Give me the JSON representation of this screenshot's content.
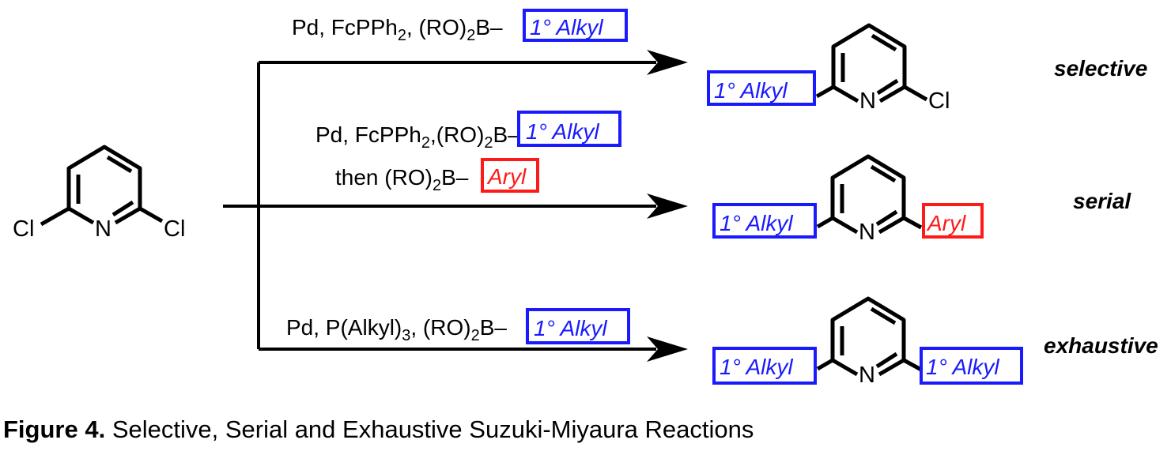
{
  "colors": {
    "alkyl_box": "#1a1aff",
    "aryl_box": "#ff1a1a",
    "ink": "#000000"
  },
  "starting_material": {
    "name": "2,6-dichloropyridine",
    "left_atom": "Cl",
    "ring_atom": "N",
    "right_atom": "Cl"
  },
  "reactions": [
    {
      "id": "selective",
      "label": "selective",
      "conditions_line1": {
        "prefix": "Pd, FcPPh",
        "sub1": "2",
        "mid": ", (RO)",
        "sub2": "2",
        "suffix": "B–",
        "box": "1° Alkyl"
      },
      "product": {
        "left_group": "1° Alkyl",
        "ring_atom": "N",
        "right_group": "Cl"
      }
    },
    {
      "id": "serial",
      "label": "serial",
      "conditions_line1": {
        "prefix": "Pd, FcPPh",
        "sub1": "2",
        "mid": ",(RO)",
        "sub2": "2",
        "suffix": "B–",
        "box": "1° Alkyl"
      },
      "conditions_line2": {
        "prefix": "then (RO)",
        "sub": "2",
        "suffix": "B–",
        "box": "Aryl"
      },
      "product": {
        "left_group": "1° Alkyl",
        "ring_atom": "N",
        "right_group": "Aryl"
      }
    },
    {
      "id": "exhaustive",
      "label": "exhaustive",
      "conditions_line1": {
        "prefix": "Pd, P(Alkyl)",
        "sub1": "3",
        "mid": ", (RO)",
        "sub2": "2",
        "suffix": "B–",
        "box": "1° Alkyl"
      },
      "product": {
        "left_group": "1° Alkyl",
        "ring_atom": "N",
        "right_group": "1° Alkyl"
      }
    }
  ],
  "caption": {
    "bold": "Figure 4.",
    "text": " Selective, Serial and Exhaustive Suzuki-Miyaura Reactions"
  }
}
